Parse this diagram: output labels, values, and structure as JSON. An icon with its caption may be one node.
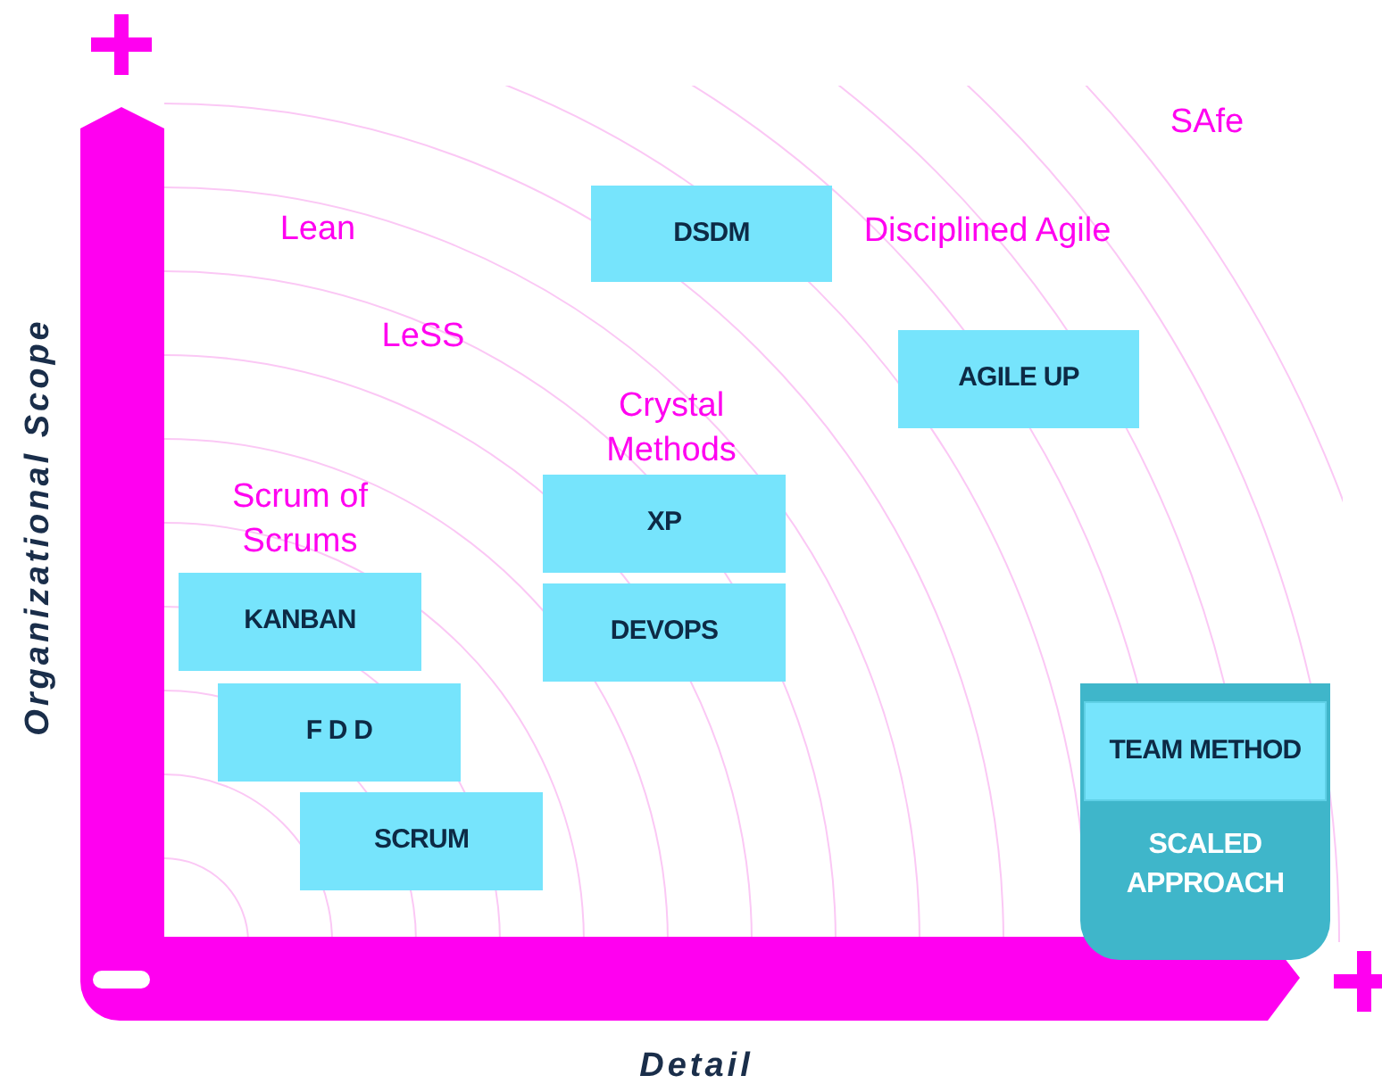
{
  "diagram": {
    "nodes": [
      {
        "text": [
          "DSDM"
        ]
      },
      {
        "text": [
          "AGILE UP"
        ]
      },
      {
        "text": [
          "XP"
        ]
      },
      {
        "text": [
          "KANBAN"
        ]
      },
      {
        "text": [
          "DEVOPS"
        ]
      },
      {
        "text": [
          "F D D"
        ]
      },
      {
        "text": [
          "SCALED APPROACH"
        ]
      },
      {
        "text": [
          "TEAM METHOD"
        ],
        "in": 6
      },
      {
        "text": [
          "SCRUM"
        ]
      }
    ],
    "labels": [
      "SAfe",
      "Lean",
      "Disciplined Agile",
      "LeSS",
      "Crystal Methods",
      "Scrum of Scrums",
      "Organizational Scope",
      "Detail"
    ]
  }
}
